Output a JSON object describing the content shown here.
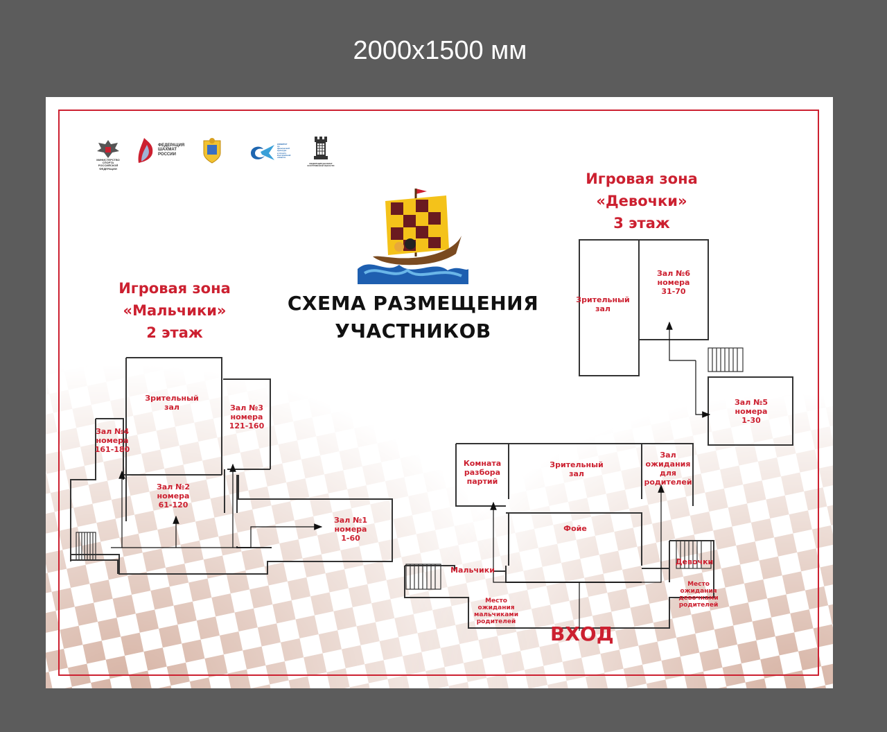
{
  "caption": "2000х1500 мм",
  "logos": [
    {
      "name": "ministry-sport",
      "text": "МИНИСТЕРСТВО СПОРТА\nРОССИЙСКОЙ ФЕДЕРАЦИИ"
    },
    {
      "name": "chess-federation",
      "text": "ФЕДЕРАЦИЯ\nШАХМАТ\nРОССИИ"
    },
    {
      "name": "region-coat",
      "text": ""
    },
    {
      "name": "sport-committee",
      "text": "КОМИТЕТ\nпо физической\nкультуре\nи спорту\nКостромской\nобласти"
    },
    {
      "name": "chess-federation-region",
      "text": "ФЕДЕРАЦИЯ ШАХМАТ\nКОСТРОМСКОЙ ОБЛАСТИ"
    }
  ],
  "title": {
    "line1": "СХЕМА РАЗМЕЩЕНИЯ",
    "line2": "УЧАСТНИКОВ"
  },
  "zones": {
    "boys": {
      "line1": "Игровая зона",
      "line2": "«Мальчики»",
      "line3": "2 этаж"
    },
    "girls": {
      "line1": "Игровая зона",
      "line2": "«Девочки»",
      "line3": "3 этаж"
    }
  },
  "rooms": {
    "boys_hall": "Зрительный\nзал",
    "room4": "Зал №4\nномера\n161-180",
    "room3": "Зал №3\nномера\n121-160",
    "room2": "Зал №2\nномера\n61-120",
    "room1": "Зал №1\nномера\n1-60",
    "girls_hall": "Зрительный\nзал",
    "room6": "Зал №6\nномера\n31-70",
    "room5": "Зал №5\nномера\n1-30",
    "analysis": "Комната\nразбора\nпартий",
    "main_hall": "Зрительный\nзал",
    "parents_wait": "Зал\nожидания\nдля\nродителей",
    "foyer": "Фойе",
    "boys_label": "Мальчики",
    "girls_label": "Девочки",
    "boys_parents": "Место\nожидания\nмальчиками\nродителей",
    "girls_parents": "Место\nожидания\nдевочками\nродителей",
    "entrance": "ВХОД"
  },
  "colors": {
    "accent": "#cc2030",
    "frame": "#5c5c5c",
    "ink": "#111111"
  }
}
